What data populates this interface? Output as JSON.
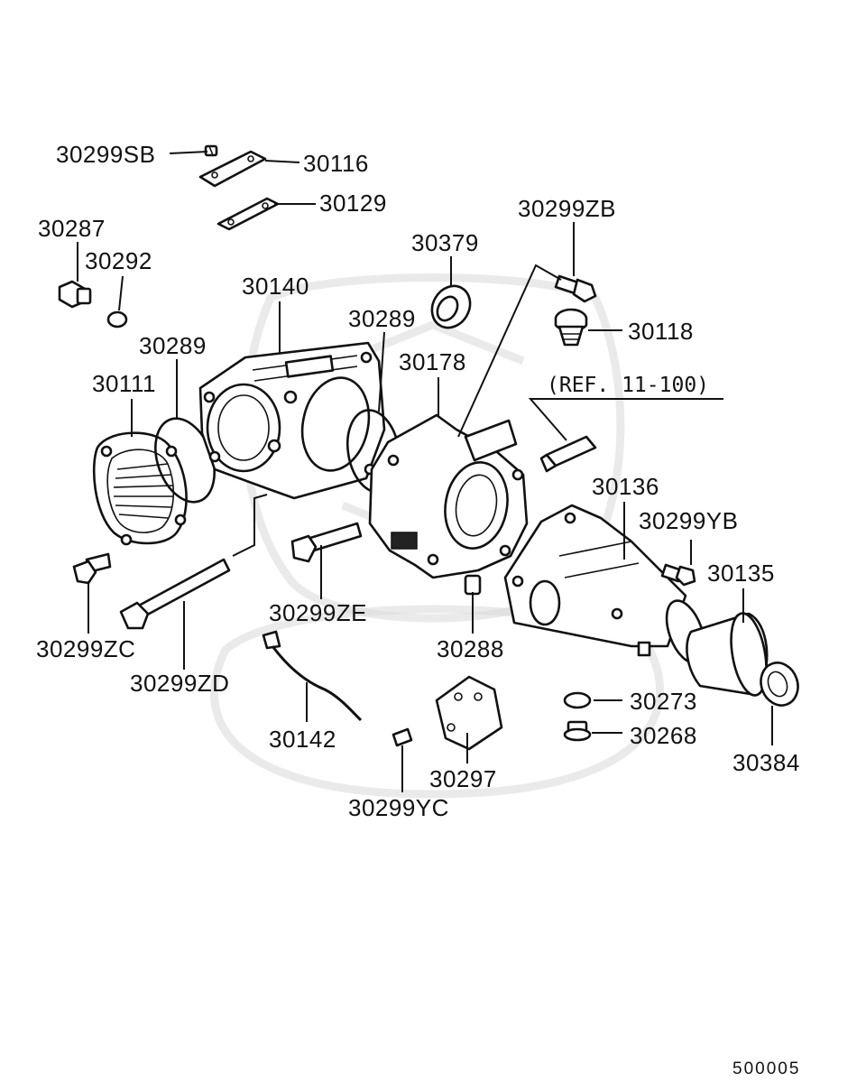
{
  "labels": {
    "p30299SB": "30299SB",
    "p30116": "30116",
    "p30129": "30129",
    "p30287": "30287",
    "p30292": "30292",
    "p30379": "30379",
    "p30299ZB": "30299ZB",
    "p30140": "30140",
    "p30289a": "30289",
    "p30289b": "30289",
    "p30118": "30118",
    "p30111": "30111",
    "p30178": "30178",
    "p30136": "30136",
    "p30299YB": "30299YB",
    "p30135": "30135",
    "p30299ZE": "30299ZE",
    "p30288": "30288",
    "p30299ZC": "30299ZC",
    "p30299ZD": "30299ZD",
    "p30273": "30273",
    "p30268": "30268",
    "p30142": "30142",
    "p30297": "30297",
    "p30384": "30384",
    "p30299YC": "30299YC"
  },
  "reference": "(REF. 11-100)",
  "diagram_number": "500005"
}
